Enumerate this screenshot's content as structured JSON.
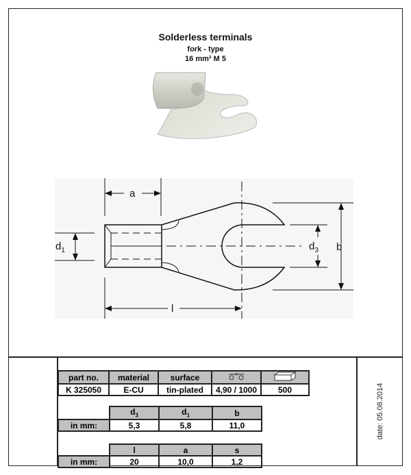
{
  "header": {
    "title": "Solderless terminals",
    "subtitle": "fork - type",
    "size": "16 mm²  M 5"
  },
  "drawing": {
    "labels": {
      "a": "a",
      "d1": "d",
      "d1_sub": "1",
      "d3": "d",
      "d3_sub": "3",
      "b": "b",
      "l": "l"
    }
  },
  "table1": {
    "headers": [
      "part no.",
      "material",
      "surface",
      "weight-icon",
      "package-icon"
    ],
    "values": [
      "K 325050",
      "E-CU",
      "tin-plated",
      "4,90 / 1000",
      "500"
    ]
  },
  "table2": {
    "headers": [
      {
        "main": "d",
        "sub": "3"
      },
      {
        "main": "d",
        "sub": "1"
      },
      {
        "main": "b",
        "sub": ""
      }
    ],
    "row_label": "in mm:",
    "values": [
      "5,3",
      "5,8",
      "11,0"
    ]
  },
  "table3": {
    "headers": [
      "l",
      "a",
      "s"
    ],
    "row_label": "in mm:",
    "values": [
      "20",
      "10,0",
      "1,2"
    ]
  },
  "date": "date: 05.08.2014"
}
